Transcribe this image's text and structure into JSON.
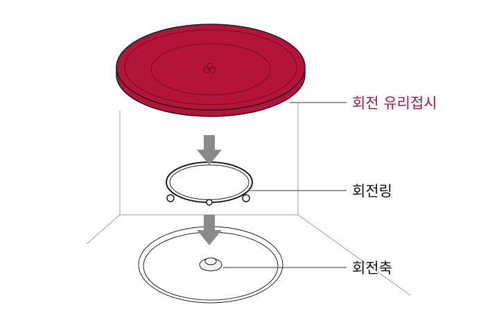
{
  "labels": {
    "glass_tray": "회전 유리접시",
    "roller_ring": "회전링",
    "coupler": "회전축"
  },
  "colors": {
    "glass_tray_fill": "#b5143a",
    "glass_tray_label": "#9b1a3e",
    "outline": "#1a1a1a",
    "arrow": "#8a8a8a",
    "label_text": "#111111",
    "leader_line": "#333333"
  }
}
